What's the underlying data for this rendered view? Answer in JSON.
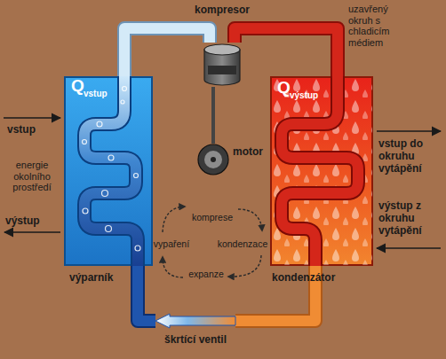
{
  "diagram": {
    "nodes": [
      {
        "text": [
          "výparník"
        ]
      },
      {
        "text": [
          "kondenzátor"
        ]
      },
      {
        "text": [
          "kompresor"
        ]
      },
      {
        "text": [
          "motor"
        ]
      },
      {
        "text": [
          "škrtící ventil"
        ]
      }
    ],
    "edges": [
      {
        "from": 0,
        "to": 2,
        "arrow": "none"
      },
      {
        "from": 2,
        "to": 1,
        "arrow": "none"
      },
      {
        "from": 1,
        "to": 4,
        "arrow": "none"
      },
      {
        "from": 4,
        "to": 0,
        "arrow": "none"
      },
      {
        "from": 3,
        "to": 2,
        "arrow": "none"
      }
    ],
    "labels": [
      "uzavřený okruh s chladicím médiem",
      "Q",
      "vstup",
      "Q",
      "výstup",
      "vstup",
      "energie okolního prostředí",
      "výstup",
      "vstup do okruhu vytápění",
      "výstup z okruhu vytápění",
      "komprese",
      "kondenzace",
      "expanze",
      "vypaření"
    ]
  }
}
